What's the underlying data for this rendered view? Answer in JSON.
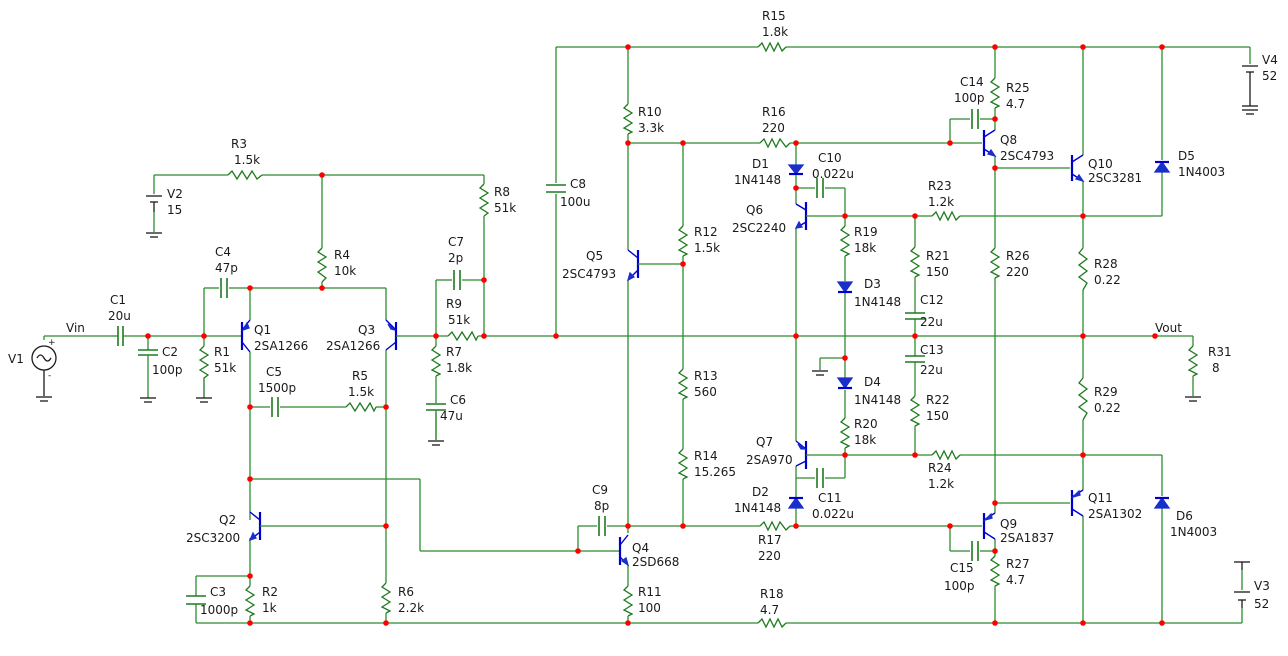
{
  "nets": {
    "vin": "Vin",
    "vout": "Vout"
  },
  "components": {
    "R1": {
      "ref": "R1",
      "value": "51k"
    },
    "R2": {
      "ref": "R2",
      "value": "1k"
    },
    "R3": {
      "ref": "R3",
      "value": "1.5k"
    },
    "R4": {
      "ref": "R4",
      "value": "10k"
    },
    "R5": {
      "ref": "R5",
      "value": "1.5k"
    },
    "R6": {
      "ref": "R6",
      "value": "2.2k"
    },
    "R7": {
      "ref": "R7",
      "value": "1.8k"
    },
    "R8": {
      "ref": "R8",
      "value": "51k"
    },
    "R9": {
      "ref": "R9",
      "value": "51k"
    },
    "R10": {
      "ref": "R10",
      "value": "3.3k"
    },
    "R11": {
      "ref": "R11",
      "value": "100"
    },
    "R12": {
      "ref": "R12",
      "value": "1.5k"
    },
    "R13": {
      "ref": "R13",
      "value": "560"
    },
    "R14": {
      "ref": "R14",
      "value": "15.265"
    },
    "R15": {
      "ref": "R15",
      "value": "1.8k"
    },
    "R16": {
      "ref": "R16",
      "value": "220"
    },
    "R17": {
      "ref": "R17",
      "value": "220"
    },
    "R18": {
      "ref": "R18",
      "value": "4.7"
    },
    "R19": {
      "ref": "R19",
      "value": "18k"
    },
    "R20": {
      "ref": "R20",
      "value": "18k"
    },
    "R21": {
      "ref": "R21",
      "value": "150"
    },
    "R22": {
      "ref": "R22",
      "value": "150"
    },
    "R23": {
      "ref": "R23",
      "value": "1.2k"
    },
    "R24": {
      "ref": "R24",
      "value": "1.2k"
    },
    "R25": {
      "ref": "R25",
      "value": "4.7"
    },
    "R26": {
      "ref": "R26",
      "value": "220"
    },
    "R27": {
      "ref": "R27",
      "value": "4.7"
    },
    "R28": {
      "ref": "R28",
      "value": "0.22"
    },
    "R29": {
      "ref": "R29",
      "value": "0.22"
    },
    "R31": {
      "ref": "R31",
      "value": "8"
    },
    "C1": {
      "ref": "C1",
      "value": "20u"
    },
    "C2": {
      "ref": "C2",
      "value": "100p"
    },
    "C3": {
      "ref": "C3",
      "value": "1000p"
    },
    "C4": {
      "ref": "C4",
      "value": "47p"
    },
    "C5": {
      "ref": "C5",
      "value": "1500p"
    },
    "C6": {
      "ref": "C6",
      "value": "47u"
    },
    "C7": {
      "ref": "C7",
      "value": "2p"
    },
    "C8": {
      "ref": "C8",
      "value": "100u"
    },
    "C9": {
      "ref": "C9",
      "value": "8p"
    },
    "C10": {
      "ref": "C10",
      "value": "0.022u"
    },
    "C11": {
      "ref": "C11",
      "value": "0.022u"
    },
    "C12": {
      "ref": "C12",
      "value": "22u"
    },
    "C13": {
      "ref": "C13",
      "value": "22u"
    },
    "C14": {
      "ref": "C14",
      "value": "100p"
    },
    "C15": {
      "ref": "C15",
      "value": "100p"
    },
    "Q1": {
      "ref": "Q1",
      "value": "2SA1266"
    },
    "Q2": {
      "ref": "Q2",
      "value": "2SC3200"
    },
    "Q3": {
      "ref": "Q3",
      "value": "2SA1266"
    },
    "Q4": {
      "ref": "Q4",
      "value": "2SD668"
    },
    "Q5": {
      "ref": "Q5",
      "value": "2SC4793"
    },
    "Q6": {
      "ref": "Q6",
      "value": "2SC2240"
    },
    "Q7": {
      "ref": "Q7",
      "value": "2SA970"
    },
    "Q8": {
      "ref": "Q8",
      "value": "2SC4793"
    },
    "Q9": {
      "ref": "Q9",
      "value": "2SA1837"
    },
    "Q10": {
      "ref": "Q10",
      "value": "2SC3281"
    },
    "Q11": {
      "ref": "Q11",
      "value": "2SA1302"
    },
    "D1": {
      "ref": "D1",
      "value": "1N4148"
    },
    "D2": {
      "ref": "D2",
      "value": "1N4148"
    },
    "D3": {
      "ref": "D3",
      "value": "1N4148"
    },
    "D4": {
      "ref": "D4",
      "value": "1N4148"
    },
    "D5": {
      "ref": "D5",
      "value": "1N4003"
    },
    "D6": {
      "ref": "D6",
      "value": "1N4003"
    },
    "V1": {
      "ref": "V1",
      "value": ""
    },
    "V2": {
      "ref": "V2",
      "value": "15"
    },
    "V3": {
      "ref": "V3",
      "value": "52"
    },
    "V4": {
      "ref": "V4",
      "value": "52"
    }
  },
  "colors": {
    "wire": "#2e8b2e",
    "transistor": "#0000cc",
    "diode": "#1a2ecc",
    "junction": "#ff0000",
    "text": "#1a1a1a"
  }
}
